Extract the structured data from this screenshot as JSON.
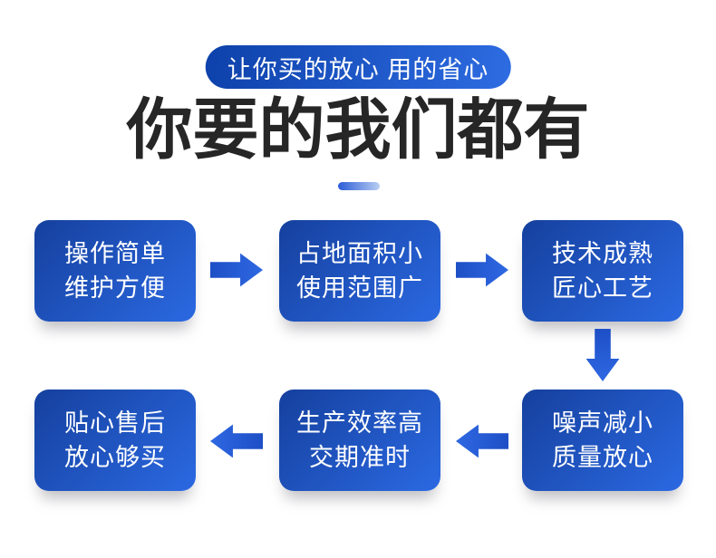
{
  "header": {
    "badge": {
      "label": "让你买的放心 用的省心",
      "bg_gradient_from": "#0d41aa",
      "bg_gradient_to": "#2e6ce2",
      "text_color": "#ffffff"
    },
    "title": {
      "text": "你要的我们都有",
      "color": "#262626"
    },
    "underline_dash": {
      "gradient_from": "#2b5cd8",
      "gradient_to": "#b9cef2"
    }
  },
  "flow": {
    "box_style": {
      "gradient_from": "#15409e",
      "gradient_to": "#2b69e2",
      "text_color": "#ffffff"
    },
    "arrow_color_from": "#1d4fc6",
    "arrow_color_to": "#2f68e2",
    "boxes": [
      {
        "position": "row1-col1",
        "lines": [
          "操作简单",
          "维护方便"
        ]
      },
      {
        "position": "row1-col2",
        "lines": [
          "占地面积小",
          "使用范围广"
        ]
      },
      {
        "position": "row1-col3",
        "lines": [
          "技术成熟",
          "匠心工艺"
        ]
      },
      {
        "position": "row2-col3",
        "lines": [
          "噪声减小",
          "质量放心"
        ]
      },
      {
        "position": "row2-col2",
        "lines": [
          "生产效率高",
          "交期准时"
        ]
      },
      {
        "position": "row2-col1",
        "lines": [
          "贴心售后",
          "放心够买"
        ]
      }
    ],
    "arrows": [
      {
        "direction": "right",
        "between": "box1-box2"
      },
      {
        "direction": "right",
        "between": "box2-box3"
      },
      {
        "direction": "down",
        "between": "box3-box4"
      },
      {
        "direction": "left",
        "between": "box5-box4"
      },
      {
        "direction": "left",
        "between": "box6-box5"
      }
    ]
  }
}
